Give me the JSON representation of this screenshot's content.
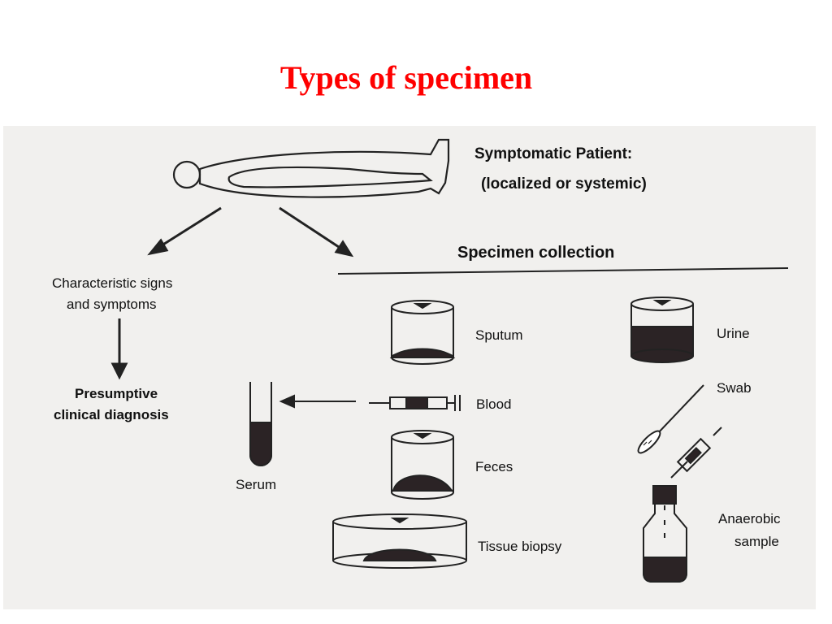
{
  "slide": {
    "title": "Types of specimen",
    "title_color": "#ff0000"
  },
  "diagram": {
    "patient_title": "Symptomatic Patient:",
    "patient_subtitle": "(localized or systemic)",
    "collection_title": "Specimen collection",
    "left_path": {
      "signs_line1": "Characteristic signs",
      "signs_line2": "and symptoms",
      "diagnosis_line1": "Presumptive",
      "diagnosis_line2": "clinical diagnosis"
    },
    "specimens": {
      "sputum": "Sputum",
      "urine": "Urine",
      "swab": "Swab",
      "blood": "Blood",
      "serum": "Serum",
      "feces": "Feces",
      "tissue": "Tissue biopsy",
      "anaerobic_line1": "Anaerobic",
      "anaerobic_line2": "sample"
    }
  }
}
